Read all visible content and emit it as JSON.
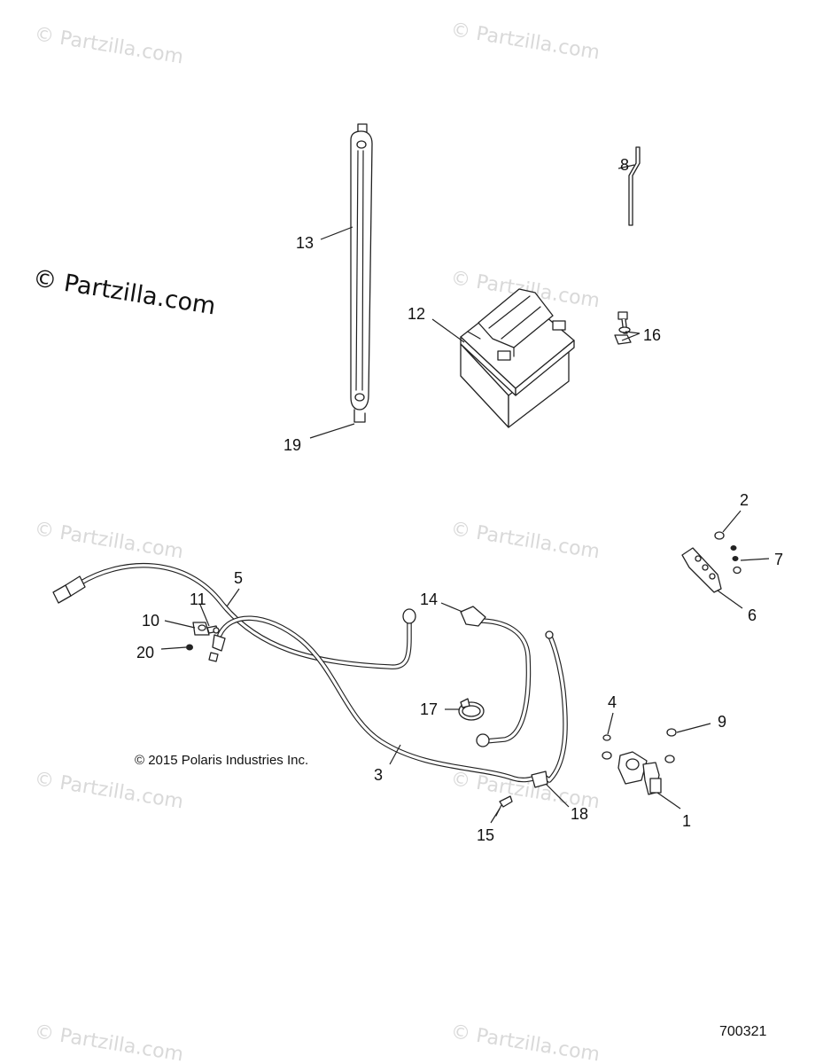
{
  "watermark": {
    "small_text": "© Partzilla.com",
    "main_text": "© Partzilla.com"
  },
  "copyright": "© 2015 Polaris Industries Inc.",
  "figure_number": "700321",
  "callouts": {
    "c1": "1",
    "c2": "2",
    "c3": "3",
    "c4": "4",
    "c5": "5",
    "c6": "6",
    "c7": "7",
    "c8": "8",
    "c9": "9",
    "c10": "10",
    "c11": "11",
    "c12": "12",
    "c13": "13",
    "c14": "14",
    "c15": "15",
    "c16": "16",
    "c17": "17",
    "c18": "18",
    "c19": "19",
    "c20": "20"
  }
}
